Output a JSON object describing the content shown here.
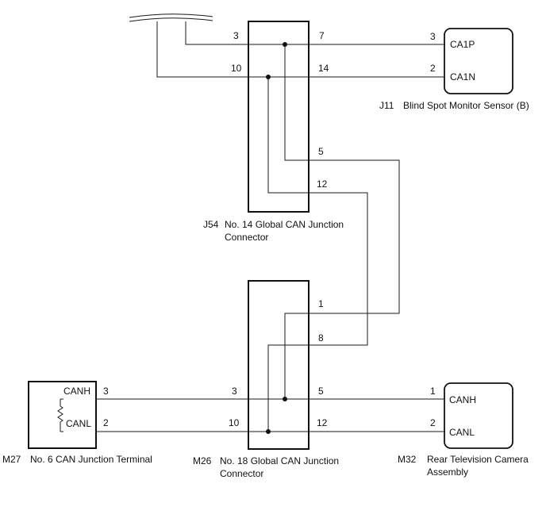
{
  "connectors": {
    "j11": {
      "code": "J11",
      "name": "Blind Spot Monitor Sensor (B)",
      "pin_a": "CA1P",
      "pin_b": "CA1N",
      "pin_a_num": "3",
      "pin_b_num": "2"
    },
    "j54": {
      "code": "J54",
      "name_line1": "No. 14 Global CAN Junction",
      "name_line2": "Connector",
      "left_top": "3",
      "left_bottom": "10",
      "right_top": "7",
      "right_bottom": "14",
      "right_mid1": "5",
      "right_mid2": "12"
    },
    "m26": {
      "code": "M26",
      "name_line1": "No. 18 Global CAN Junction",
      "name_line2": "Connector",
      "right_top1": "1",
      "right_top2": "8",
      "left_a": "3",
      "left_b": "10",
      "right_a": "5",
      "right_b": "12"
    },
    "m27": {
      "code": "M27",
      "name": "No. 6 CAN Junction Terminal",
      "pin_a": "CANH",
      "pin_b": "CANL",
      "pin_a_num": "3",
      "pin_b_num": "2"
    },
    "m32": {
      "code": "M32",
      "name_line1": "Rear Television Camera",
      "name_line2": "Assembly",
      "pin_a": "CANH",
      "pin_b": "CANL",
      "pin_a_num": "1",
      "pin_b_num": "2"
    }
  }
}
